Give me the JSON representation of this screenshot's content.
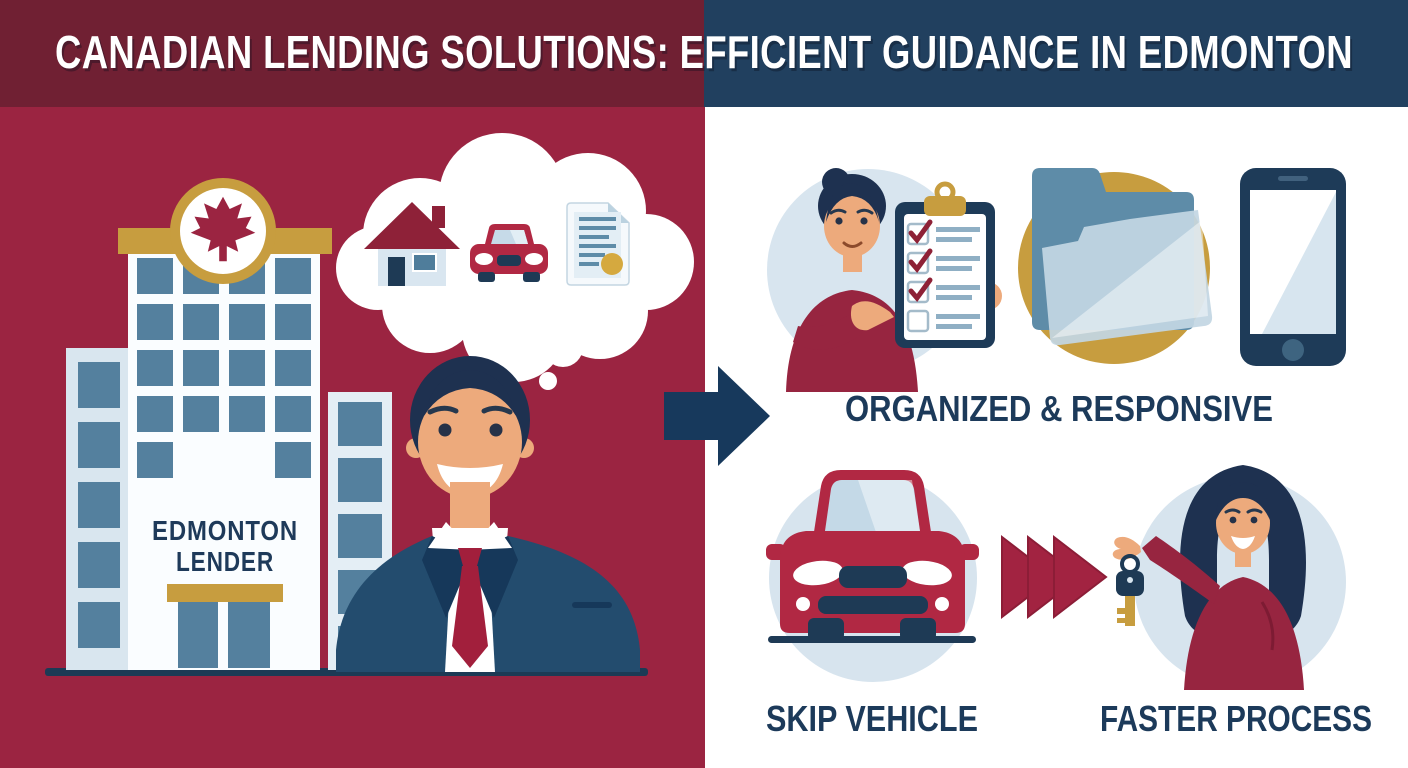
{
  "banner": {
    "title": "CANADIAN LENDING SOLUTIONS: EFFICIENT GUIDANCE IN EDMONTON",
    "left_bg": "#702033",
    "right_bg": "#21405F",
    "text_color": "#FFFFFF"
  },
  "left_scene": {
    "background": "#9B2441",
    "building_sign": {
      "line1": "EDMONTON",
      "line2": "LENDER"
    },
    "thought_bubble_items": [
      "house",
      "car",
      "loan-document"
    ]
  },
  "right_scene": {
    "background": "#FFFFFF",
    "top_label": "ORGANIZED & RESPONSIVE",
    "bottom_left_label": "SKIP VEHICLE",
    "bottom_right_label": "FASTER PROCESS"
  },
  "icons": {
    "maple_leaf": "red maple leaf in gold circle",
    "thought_bubble": "cloud with house, car and document",
    "arrow_right": "navy transition arrow",
    "clipboard_checklist": "clipboard with 3 checked boxes",
    "folder": "document folder in gold circle",
    "smartphone": "mobile phone",
    "car_front": "red car front view",
    "fast_forward": "triple red chevrons",
    "key": "car key held by woman"
  },
  "colors": {
    "panel_maroon": "#9B2441",
    "navy": "#1C3A59",
    "arrow_navy": "#17395C",
    "gold": "#C79D3F",
    "steel_window": "#54809E",
    "light_building": "#D9E6EF",
    "circle_light_blue": "#D8E5EF",
    "skin": "#EDAA7C",
    "hair_navy": "#1E3150",
    "suit_navy": "#234C6E",
    "tie_red": "#A21F3C",
    "car_red": "#B12843",
    "sweater_maroon": "#972540",
    "check_red": "#8E2136",
    "label_navy": "#1C3A5A"
  }
}
